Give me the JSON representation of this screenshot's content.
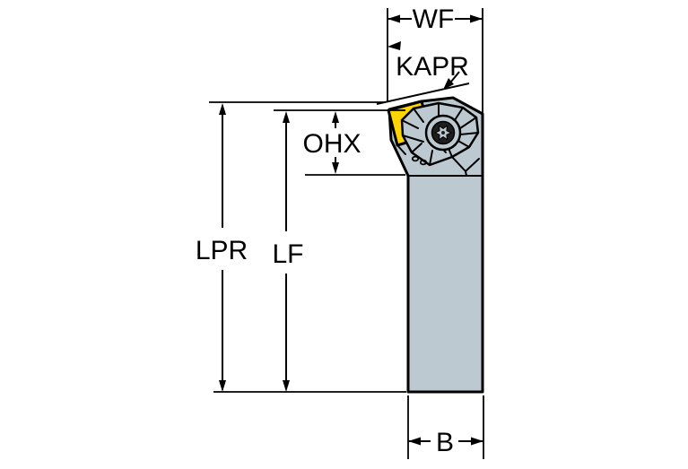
{
  "diagram": {
    "labels": {
      "wf": "WF",
      "kapr": "KAPR",
      "ohx": "OHX",
      "lpr": "LPR",
      "lf": "LF",
      "b": "B"
    },
    "colors": {
      "background": "#ffffff",
      "holder_body": "#bdc9d1",
      "insert": "#ffd405",
      "screw_core": "#1e1e1e",
      "line": "#000000"
    }
  }
}
